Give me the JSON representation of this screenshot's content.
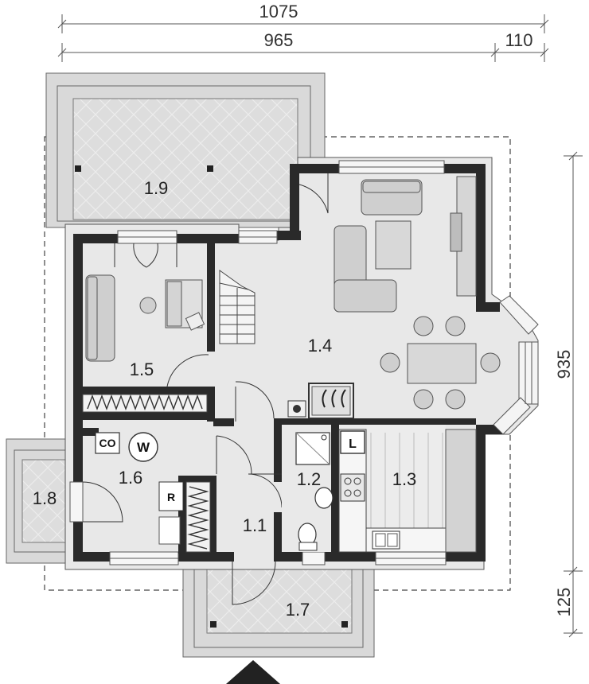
{
  "dimensions": {
    "total_width": "1075",
    "main_width": "965",
    "extension_width": "110",
    "total_depth": "935",
    "entry_depth": "125"
  },
  "rooms": {
    "r11": "1.1",
    "r12": "1.2",
    "r13": "1.3",
    "r14": "1.4",
    "r15": "1.5",
    "r16": "1.6",
    "r17": "1.7",
    "r18": "1.8",
    "r19": "1.9"
  },
  "fixtures": {
    "boiler": "CO",
    "washer": "W",
    "fridge_room": "R",
    "fridge_kitchen": "L"
  },
  "colors": {
    "wall": "#2a2a2a",
    "floor": "#e6e6e6",
    "terrace": "#dcdcdc",
    "furniture": "#c8c8c8",
    "outline": "#444444"
  }
}
